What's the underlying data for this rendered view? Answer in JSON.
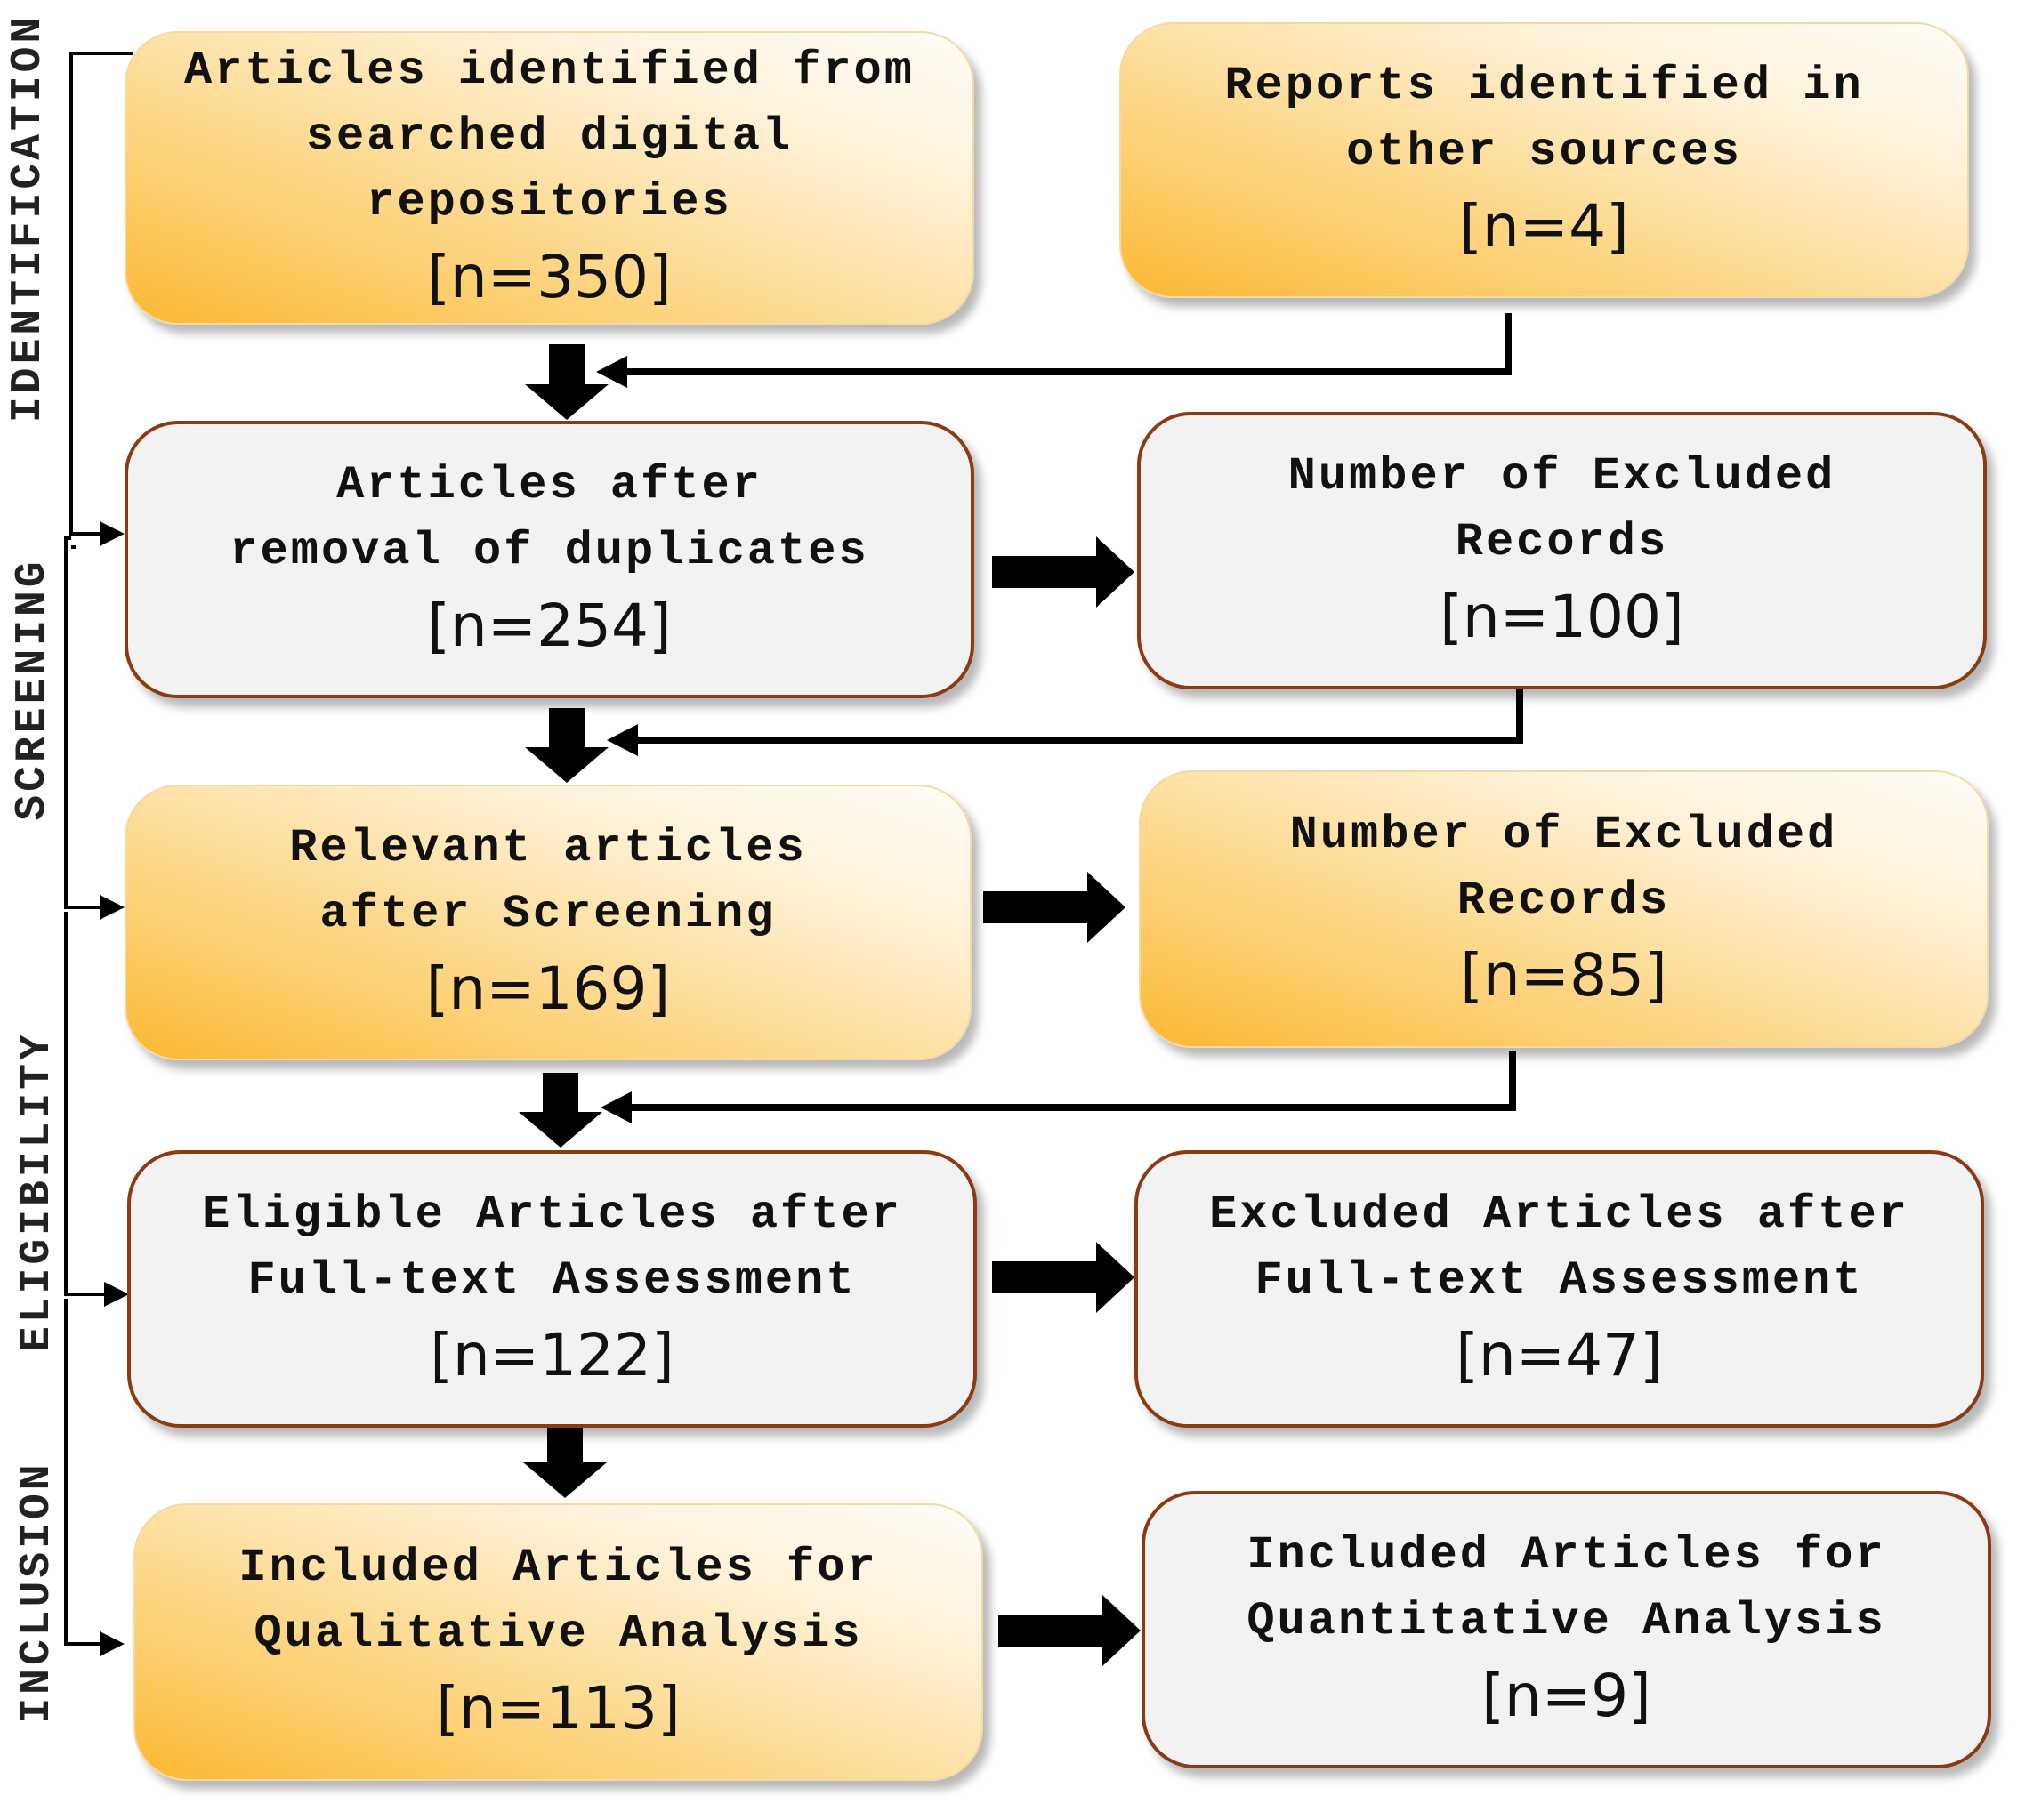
{
  "stages": {
    "identification": "IDENTIFICATION",
    "screening": "SCREENING",
    "eligibility": "ELIGIBILITY",
    "inclusion": "INCLUSION"
  },
  "boxes": {
    "identified": {
      "label": "Articles identified from\nsearched digital\nrepositories",
      "count": "[n=350]"
    },
    "other_sources": {
      "label": "Reports identified in\nother sources",
      "count": "[n=4]"
    },
    "after_duplicates": {
      "label": "Articles after\nremoval of duplicates",
      "count": "[n=254]"
    },
    "excluded_1": {
      "label": "Number of Excluded\nRecords",
      "count": "[n=100]"
    },
    "after_screening": {
      "label": "Relevant articles\nafter Screening",
      "count": "[n=169]"
    },
    "excluded_2": {
      "label": "Number of Excluded\nRecords",
      "count": "[n=85]"
    },
    "eligible": {
      "label": "Eligible Articles after\nFull-text Assessment",
      "count": "[n=122]"
    },
    "excluded_fulltext": {
      "label": "Excluded Articles after\nFull-text Assessment",
      "count": "[n=47]"
    },
    "qualitative": {
      "label": "Included Articles for\nQualitative Analysis",
      "count": "[n=113]"
    },
    "quantitative": {
      "label": "Included Articles for\nQuantitative Analysis",
      "count": "[n=9]"
    }
  },
  "colors": {
    "orange_fill": "#fbb832",
    "gray_fill": "#f2f2f2",
    "gray_border": "#8b3a12",
    "arrow": "#000000"
  }
}
